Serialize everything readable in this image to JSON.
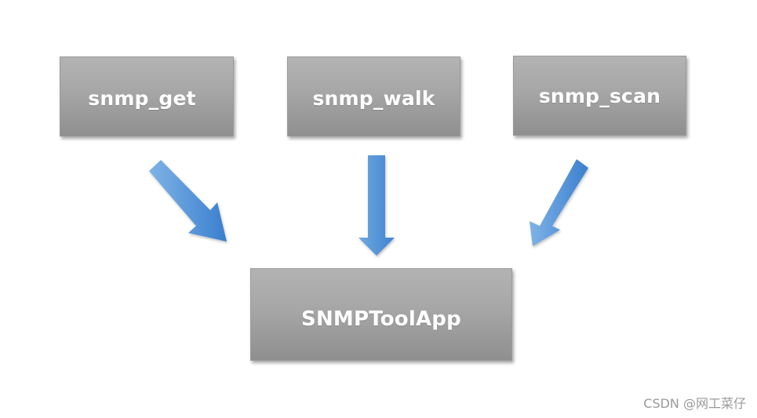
{
  "nodes": {
    "get": "snmp_get",
    "walk": "snmp_walk",
    "scan": "snmp_scan",
    "app": "SNMPToolApp"
  },
  "watermark": "CSDN @网工菜仔",
  "colors": {
    "box_top": "#b3b3b3",
    "box_bottom": "#8f8f8f",
    "box_text": "#ffffff",
    "arrow_light": "#6fa9e0",
    "arrow_dark": "#3a7fcf"
  }
}
